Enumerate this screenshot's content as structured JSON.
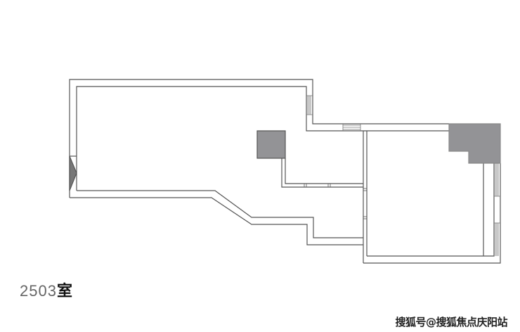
{
  "unit_label": {
    "number": "2503",
    "suffix": "室"
  },
  "watermark": "搜狐号@搜狐焦点庆阳站",
  "colors": {
    "wall": "#555555",
    "fill": "#939396",
    "window": "#888888"
  }
}
